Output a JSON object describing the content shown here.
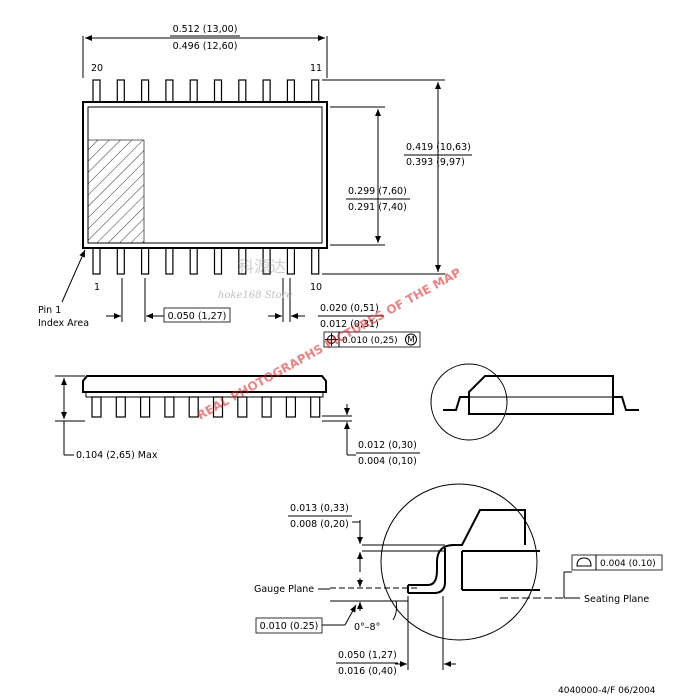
{
  "top_view": {
    "body_length_max": "0.512 (13,00)",
    "body_length_min": "0.496 (12,60)",
    "pin_top_left": "20",
    "pin_top_right": "11",
    "pin_bottom_left": "1",
    "pin_bottom_right": "10",
    "overall_width_max": "0.419 (10,63)",
    "overall_width_min": "0.393 (9,97)",
    "body_width_max": "0.299 (7,60)",
    "body_width_min": "0.291 (7,40)",
    "pin1_label_line1": "Pin 1",
    "pin1_label_line2": "Index Area",
    "pitch": "0.050 (1,27)",
    "lead_width_max": "0.020 (0,51)",
    "lead_width_min": "0.012 (0,31)",
    "position_tolerance": "0.010 (0,25)",
    "mmc_symbol": "M"
  },
  "side_view": {
    "height_max": "0.104 (2,65) Max",
    "standoff_max": "0.012 (0,30)",
    "standoff_min": "0.004 (0,10)"
  },
  "detail_view": {
    "lead_thickness_max": "0.013 (0,33)",
    "lead_thickness_min": "0.008 (0,20)",
    "gauge_plane_label": "Gauge Plane",
    "gauge_dimension": "0.010 (0.25)",
    "angle": "0°–8°",
    "foot_length_max": "0.050 (1,27)",
    "foot_length_min": "0.016 (0,40)",
    "coplanarity": "0.004 (0.10)",
    "seating_plane_label": "Seating Plane"
  },
  "footer": {
    "drawing_number": "4040000-4/F 06/2004"
  },
  "watermarks": {
    "diagonal_text": "REAL PHOTOGRAPHS PICTURES OF THE MAP",
    "store_chinese": "科源达",
    "store_name": "hoke168 Store"
  },
  "colors": {
    "line": "#000000",
    "watermark_red": "#e11d1d"
  }
}
